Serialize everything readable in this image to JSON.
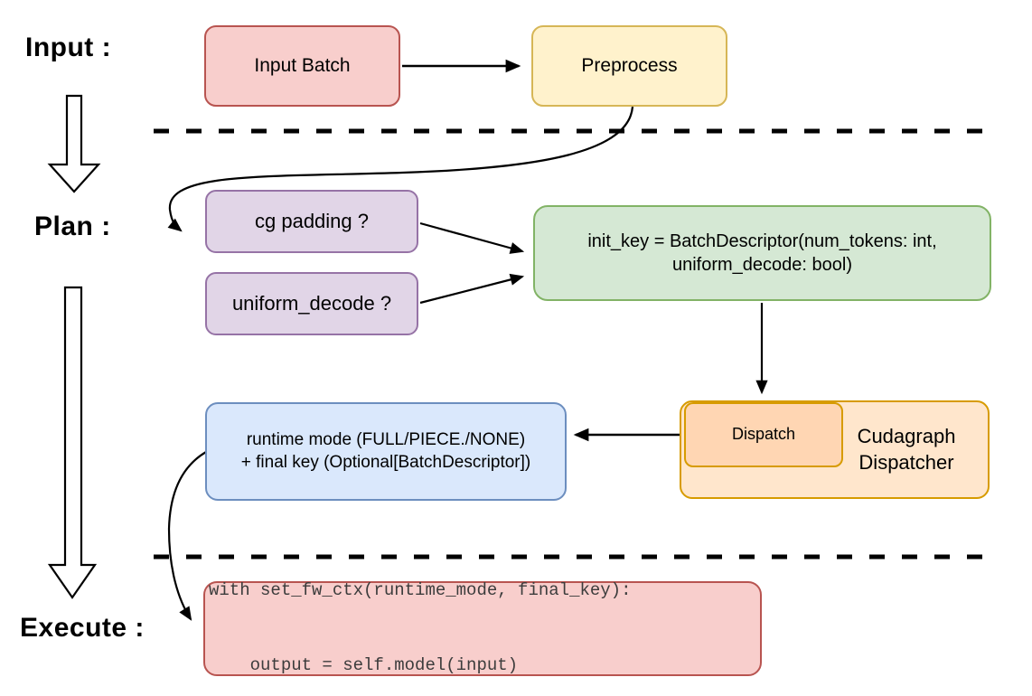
{
  "diagram": {
    "title_hint": "cudagraph dispatch flow",
    "stage_labels": {
      "input": "Input :",
      "plan": "Plan :",
      "execute": "Execute :"
    },
    "nodes": {
      "input_batch": {
        "label": "Input Batch"
      },
      "preprocess": {
        "label": "Preprocess"
      },
      "cg_padding": {
        "label": "cg padding ?"
      },
      "uniform_decode": {
        "label": "uniform_decode ?"
      },
      "init_key": {
        "line1": "init_key = BatchDescriptor(num_tokens: int,",
        "line2": "uniform_decode: bool)"
      },
      "dispatch": {
        "label": "Dispatch"
      },
      "cudagraph_dispatcher": {
        "line1": "Cudagraph",
        "line2": "Dispatcher"
      },
      "runtime_mode": {
        "line1": "runtime mode (FULL/PIECE./NONE)",
        "line2": "+ final key (Optional[BatchDescriptor])"
      },
      "execute_code": {
        "line1": "with set_fw_ctx(runtime_mode, final_key):",
        "line2": "    output = self.model(input)"
      }
    },
    "colors": {
      "red_fill": "#f8cecc",
      "red_stroke": "#b85450",
      "yellow_fill": "#fff2cc",
      "yellow_stroke": "#d6b656",
      "purple_fill": "#e1d5e7",
      "purple_stroke": "#9673a6",
      "green_fill": "#d5e8d4",
      "green_stroke": "#82b366",
      "blue_fill": "#dae8fc",
      "blue_stroke": "#6c8ebf",
      "orange_fill": "#ffe6cc",
      "orange_inner_fill": "#ffd6b3",
      "orange_stroke": "#d79b00",
      "connector": "#000000",
      "code_text": "#3c3c3c"
    }
  }
}
